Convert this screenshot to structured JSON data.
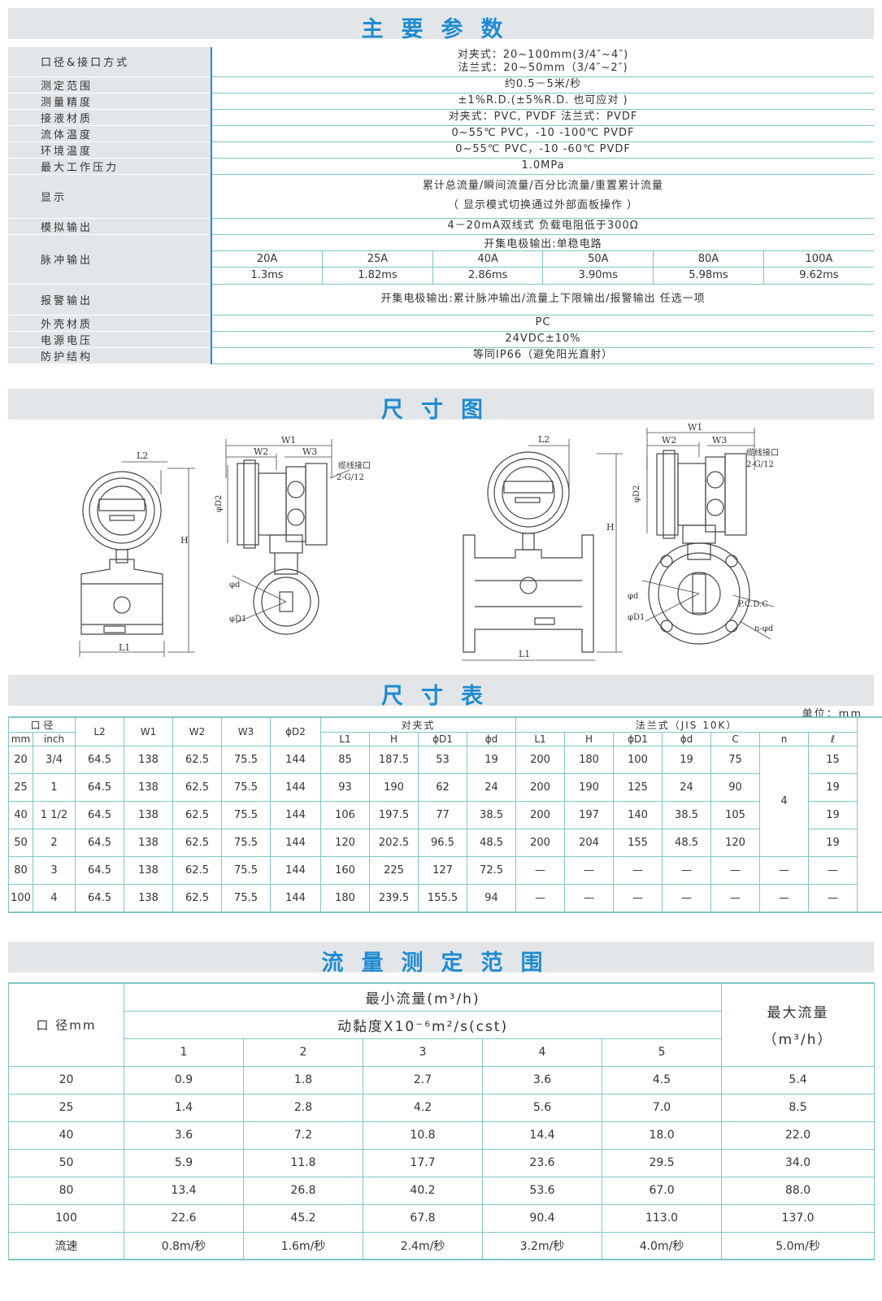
{
  "sections": {
    "params_title": "主要参数",
    "dims_title": "尺寸图",
    "size_table_title": "尺寸表",
    "flow_title": "流量测定范围"
  },
  "params": {
    "rows": [
      {
        "label": "口径&接口方式",
        "lines": [
          "对夹式：20~100mm(3/4″~4″)",
          "法兰式：20~50mm（3/4″~2″)"
        ]
      },
      {
        "label": "测定范围",
        "lines": [
          "约0.5－5米/秒"
        ]
      },
      {
        "label": "测量精度",
        "lines": [
          "±1%R.D.(±5%R.D.  也可应对 )"
        ]
      },
      {
        "label": "接液材质",
        "lines": [
          "对夹式：PVC,  PVDF 法兰式：PVDF"
        ]
      },
      {
        "label": "流体温度",
        "lines": [
          "0~55℃ PVC，-10 -100℃ PVDF"
        ]
      },
      {
        "label": "环境温度",
        "lines": [
          "0~55℃ PVC，-10 -60℃ PVDF"
        ]
      },
      {
        "label": "最大工作压力",
        "lines": [
          "1.0MPa"
        ]
      },
      {
        "label": "显示",
        "lines": [
          "累计总流量/瞬间流量/百分比流量/重置累计流量",
          "（ 显示模式切换通过外部面板操作 ）"
        ]
      },
      {
        "label": "模拟输出",
        "lines": [
          "4－20mA双线式 负载电阻低于300Ω"
        ]
      }
    ],
    "pulse": {
      "label": "脉冲输出",
      "header": "开集电极输出:单稳电路",
      "sizes": [
        "20A",
        "25A",
        "40A",
        "50A",
        "80A",
        "100A"
      ],
      "widths": [
        "1.3ms",
        "1.82ms",
        "2.86ms",
        "3.90ms",
        "5.98ms",
        "9.62ms"
      ]
    },
    "rows2": [
      {
        "label": "报警输出",
        "lines": [
          "开集电极输出:累计脉冲输出/流量上下限输出/报警输出 任选一项"
        ]
      },
      {
        "label": "外壳材质",
        "lines": [
          "PC"
        ]
      },
      {
        "label": "电源电压",
        "lines": [
          "24VDC±10%"
        ]
      },
      {
        "label": "防护结构",
        "lines": [
          "等同IP66（避免阳光直射）"
        ]
      }
    ]
  },
  "drawing": {
    "labels": {
      "L2": "L2",
      "L1": "L1",
      "H": "H",
      "W1": "W1",
      "W2": "W2",
      "W3": "W3",
      "D2": "φD2",
      "d": "φd",
      "D1": "φD1",
      "cable": "缆线接口",
      "cable_spec": "2-G/12",
      "pcd": "P.C.D.C",
      "nd": "n-φd"
    }
  },
  "size_table": {
    "unit": "单位：mm",
    "h_diameter": "口 径",
    "h_mm": "mm",
    "h_inch": "inch",
    "h_common": [
      "L2",
      "W1",
      "W2",
      "W3",
      "ϕD2"
    ],
    "h_wafer": "对夹式",
    "h_wafer_cols": [
      "L1",
      "H",
      "ϕD1",
      "ϕd"
    ],
    "h_flange": "法兰式（JIS 10K）",
    "h_flange_cols": [
      "L1",
      "H",
      "ϕD1",
      "ϕd",
      "C",
      "n",
      "ℓ"
    ],
    "n_value": "4",
    "rows": [
      {
        "mm": "20",
        "inch": "3/4",
        "common": [
          "64.5",
          "138",
          "62.5",
          "75.5",
          "144"
        ],
        "wafer": [
          "85",
          "187.5",
          "53",
          "19"
        ],
        "flange": [
          "200",
          "180",
          "100",
          "19",
          "75"
        ],
        "l": "15"
      },
      {
        "mm": "25",
        "inch": "1",
        "common": [
          "64.5",
          "138",
          "62.5",
          "75.5",
          "144"
        ],
        "wafer": [
          "93",
          "190",
          "62",
          "24"
        ],
        "flange": [
          "200",
          "190",
          "125",
          "24",
          "90"
        ],
        "l": "19"
      },
      {
        "mm": "40",
        "inch": "1 1/2",
        "common": [
          "64.5",
          "138",
          "62.5",
          "75.5",
          "144"
        ],
        "wafer": [
          "106",
          "197.5",
          "77",
          "38.5"
        ],
        "flange": [
          "200",
          "197",
          "140",
          "38.5",
          "105"
        ],
        "l": "19"
      },
      {
        "mm": "50",
        "inch": "2",
        "common": [
          "64.5",
          "138",
          "62.5",
          "75.5",
          "144"
        ],
        "wafer": [
          "120",
          "202.5",
          "96.5",
          "48.5"
        ],
        "flange": [
          "200",
          "204",
          "155",
          "48.5",
          "120"
        ],
        "l": "19"
      },
      {
        "mm": "80",
        "inch": "3",
        "common": [
          "64.5",
          "138",
          "62.5",
          "75.5",
          "144"
        ],
        "wafer": [
          "160",
          "225",
          "127",
          "72.5"
        ],
        "flange": [
          "—",
          "—",
          "—",
          "—",
          "—",
          "—"
        ],
        "l": "—"
      },
      {
        "mm": "100",
        "inch": "4",
        "common": [
          "64.5",
          "138",
          "62.5",
          "75.5",
          "144"
        ],
        "wafer": [
          "180",
          "239.5",
          "155.5",
          "94"
        ],
        "flange": [
          "—",
          "—",
          "—",
          "—",
          "—",
          "—"
        ],
        "l": "—"
      }
    ]
  },
  "flow_table": {
    "h_diameter": "口 径mm",
    "h_min": "最小流量(m³/h)",
    "h_visc": "动黏度X10⁻⁶m²/s(cst)",
    "h_max": "最大流量",
    "h_max_unit": "（m³/h）",
    "visc_cols": [
      "1",
      "2",
      "3",
      "4",
      "5"
    ],
    "rows": [
      {
        "d": "20",
        "v": [
          "0.9",
          "1.8",
          "2.7",
          "3.6",
          "4.5"
        ],
        "max": "5.4"
      },
      {
        "d": "25",
        "v": [
          "1.4",
          "2.8",
          "4.2",
          "5.6",
          "7.0"
        ],
        "max": "8.5"
      },
      {
        "d": "40",
        "v": [
          "3.6",
          "7.2",
          "10.8",
          "14.4",
          "18.0"
        ],
        "max": "22.0"
      },
      {
        "d": "50",
        "v": [
          "5.9",
          "11.8",
          "17.7",
          "23.6",
          "29.5"
        ],
        "max": "34.0"
      },
      {
        "d": "80",
        "v": [
          "13.4",
          "26.8",
          "40.2",
          "53.6",
          "67.0"
        ],
        "max": "88.0"
      },
      {
        "d": "100",
        "v": [
          "22.6",
          "45.2",
          "67.8",
          "90.4",
          "113.0"
        ],
        "max": "137.0"
      },
      {
        "d": "流速",
        "v": [
          "0.8m/秒",
          "1.6m/秒",
          "2.4m/秒",
          "3.2m/秒",
          "4.0m/秒"
        ],
        "max": "5.0m/秒"
      }
    ]
  }
}
